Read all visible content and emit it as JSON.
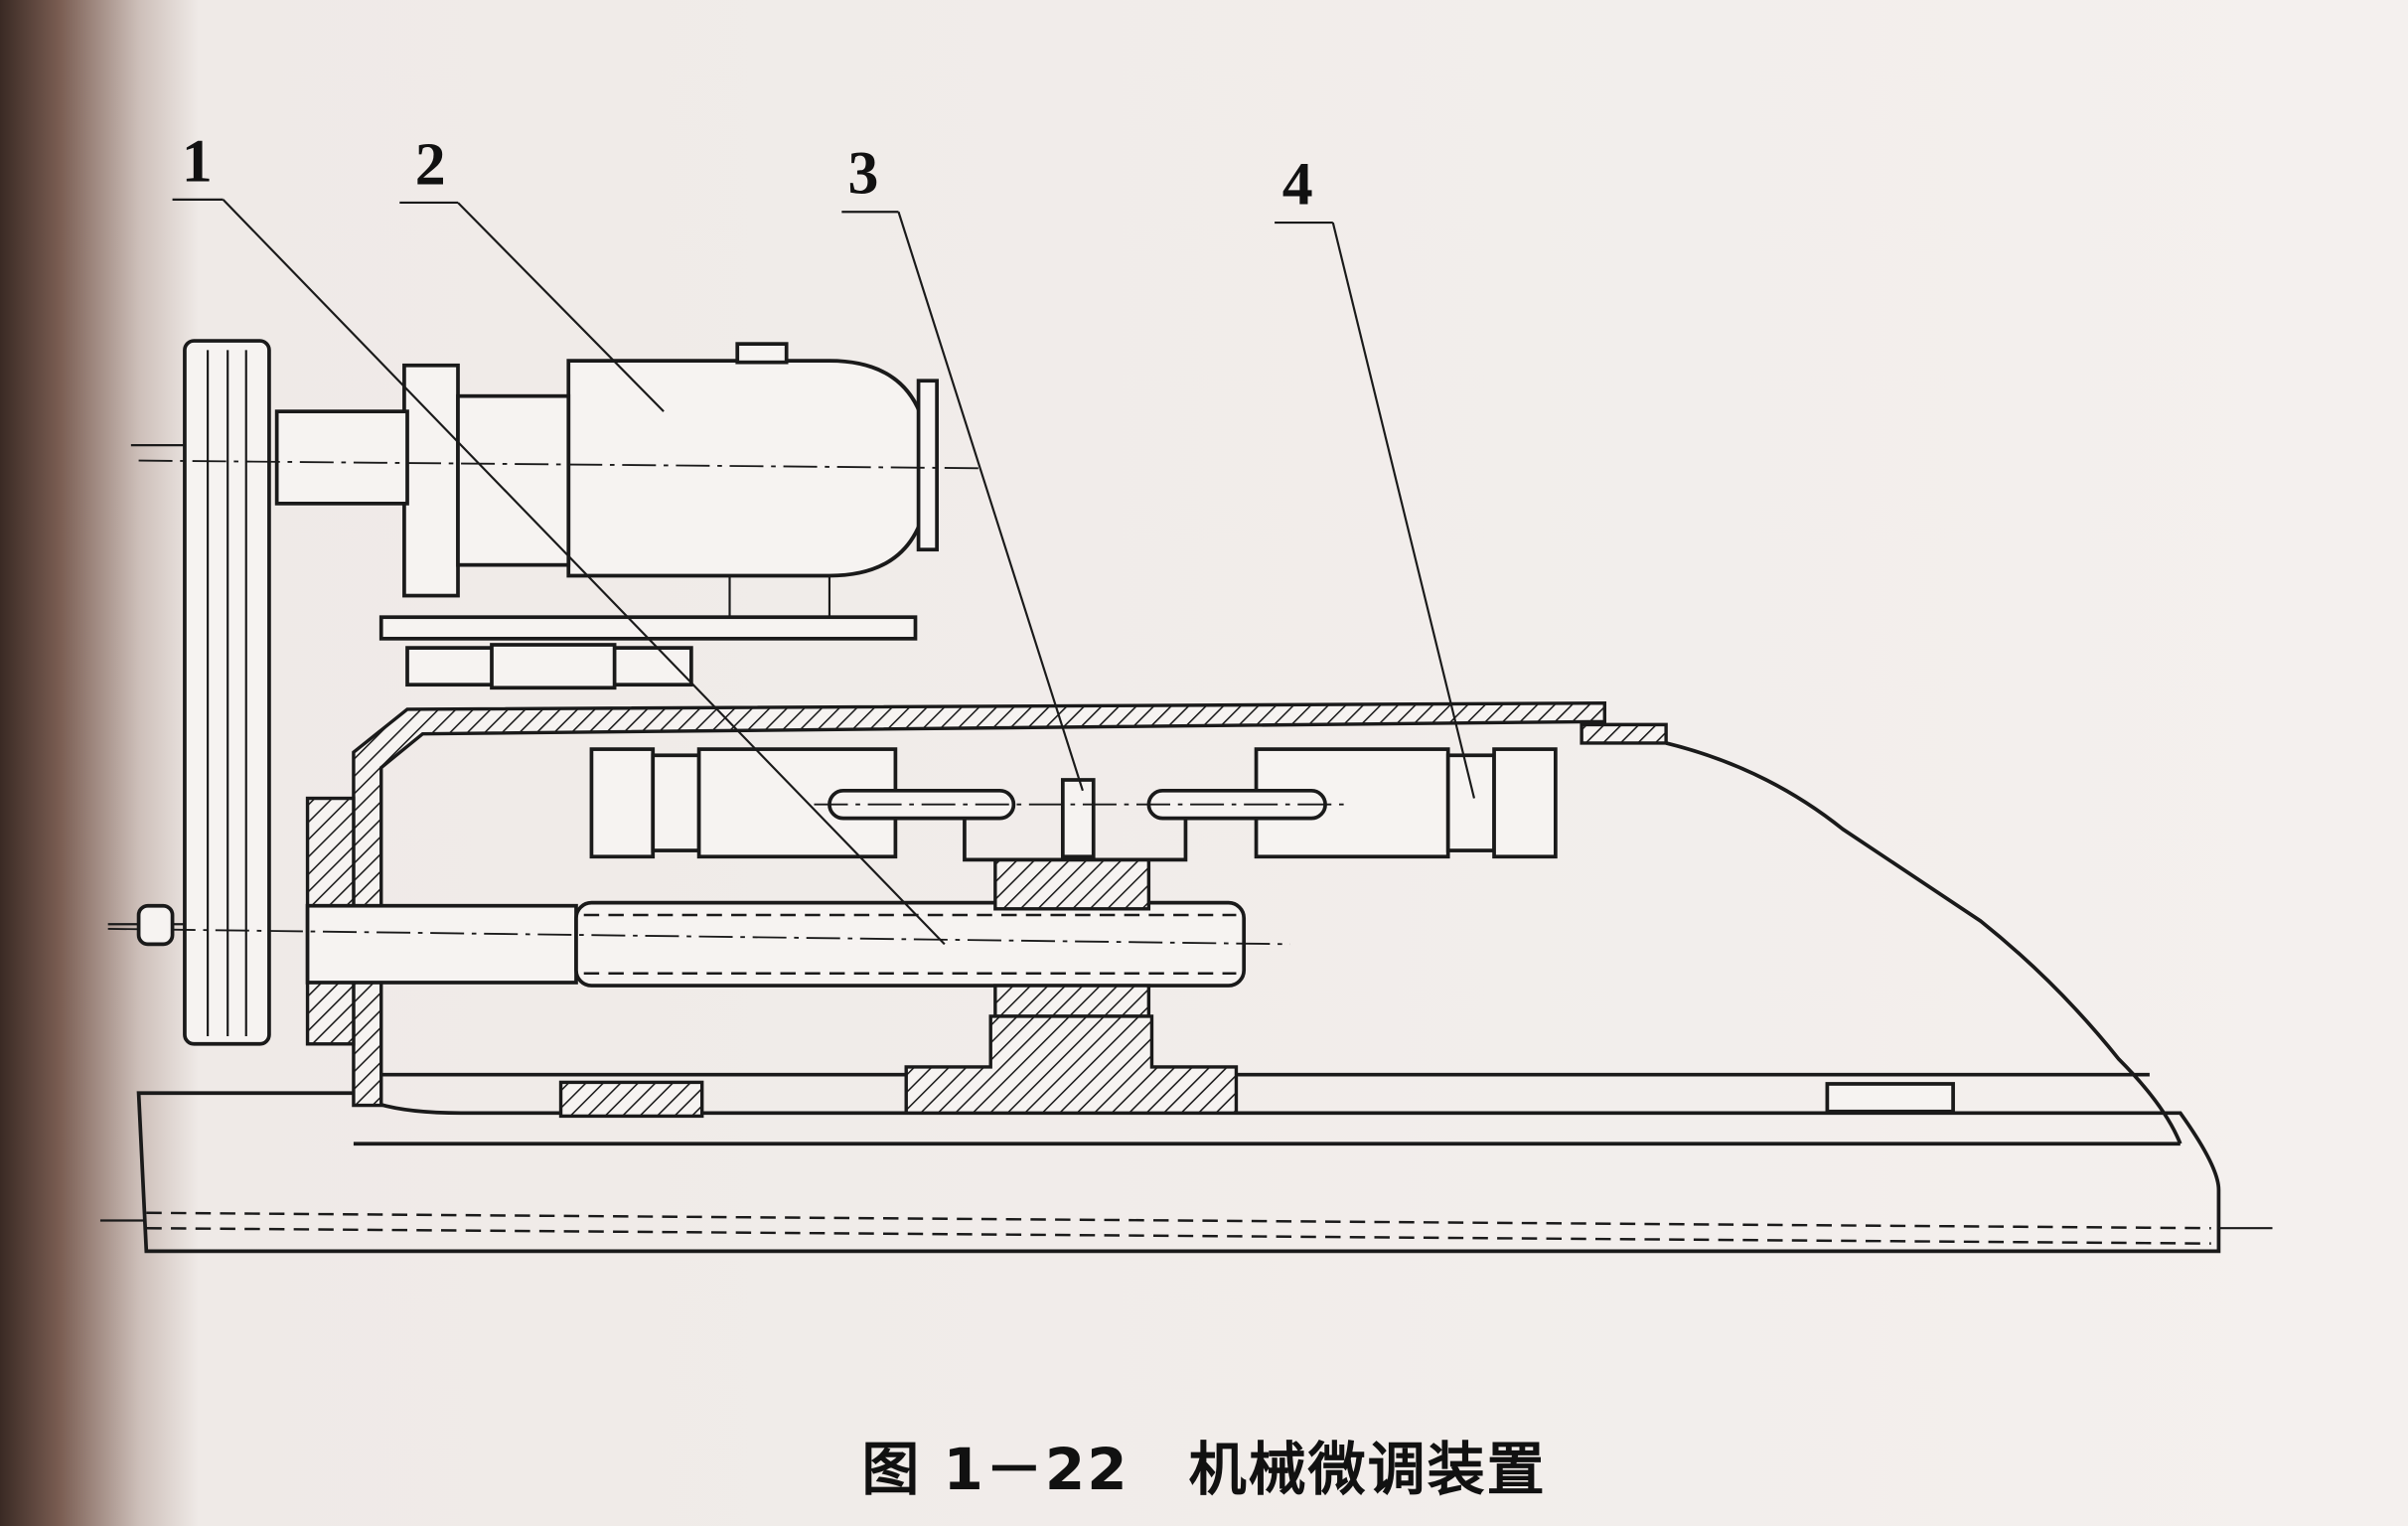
{
  "figure": {
    "caption": "图 1－22　机械微调装置",
    "part_labels": [
      "1",
      "2",
      "3",
      "4"
    ]
  },
  "colors": {
    "paper": "#f2eeec",
    "ink": "#1a1a1a"
  }
}
